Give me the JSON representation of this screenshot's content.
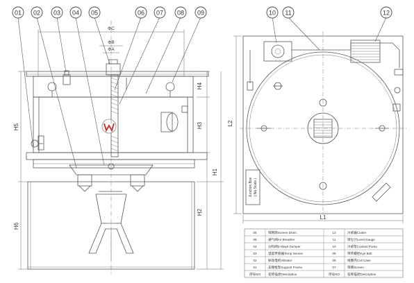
{
  "callouts": {
    "c01": "01",
    "c02": "02",
    "c03": "03",
    "c04": "04",
    "c05": "05",
    "c06": "06",
    "c07": "07",
    "c08": "08",
    "c09": "09",
    "c10": "10",
    "c11": "11",
    "c12": "12"
  },
  "dimensions": {
    "phiC": "ΦC",
    "phiB": "ΦB",
    "phiA": "ΦA",
    "h1": "H1",
    "h2": "H2",
    "h3": "H3",
    "h4": "H4",
    "h5": "H5",
    "h6": "H6",
    "l1": "L1",
    "l2": "L2"
  },
  "junction_box": {
    "line1": "Junction Box",
    "line2": "( No Scale )"
  },
  "legend": {
    "rows": [
      {
        "left_no": "06",
        "left_desc": "筛网筒Screen Drum",
        "right_no": "12",
        "right_desc": "冷却器Cooler"
      },
      {
        "left_no": "05",
        "left_desc": "通气阀Air Breather",
        "right_no": "11",
        "right_desc": "液位计Level Gauge"
      },
      {
        "left_no": "04",
        "left_desc": "分料阀3-Ways Dumper",
        "right_no": "10",
        "right_desc": "冷却泵Coolant Pump"
      },
      {
        "left_no": "03",
        "left_desc": "温度传感器Temp Sensor",
        "right_no": "09",
        "right_desc": "吊环螺栓Eye Bolt"
      },
      {
        "left_no": "02",
        "left_desc": "振动电机Vibrator",
        "right_no": "08",
        "right_desc": "线圈壳Coil Case"
      },
      {
        "left_no": "01",
        "left_desc": "支撑框架Support Frame",
        "right_no": "07",
        "right_desc": "筛网Screen"
      },
      {
        "left_no": "序号NO",
        "left_desc": "名称描述Description",
        "right_no": "序号NO",
        "right_desc": "名称描述Description"
      }
    ]
  },
  "colors": {
    "line": "#555555",
    "logo_red": "#c0392b"
  },
  "icons": {
    "logo": "brand-logo-icon"
  }
}
